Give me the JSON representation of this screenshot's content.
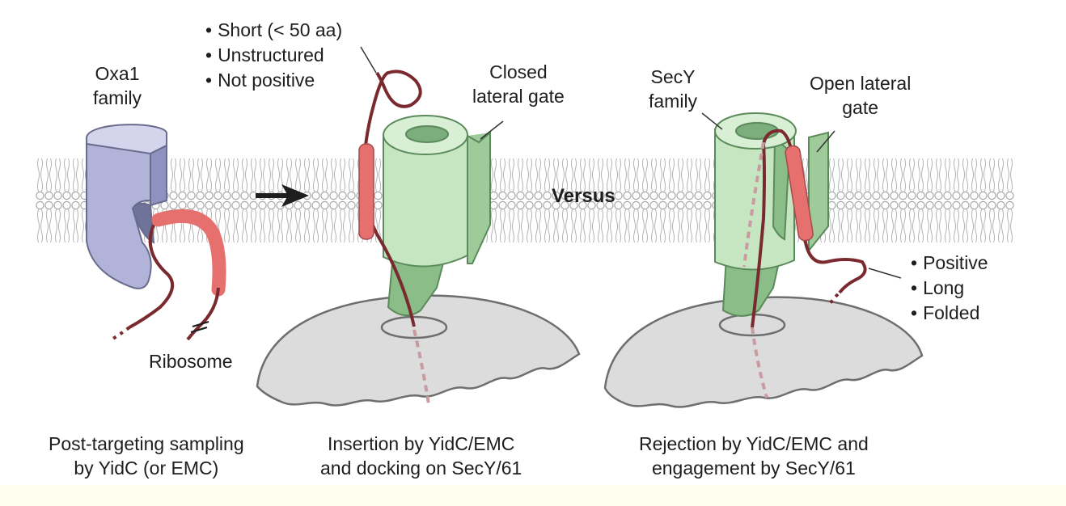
{
  "labels": {
    "oxa1_family": [
      "Oxa1",
      "family"
    ],
    "ribosome": "Ribosome",
    "closed_lateral_gate": [
      "Closed",
      "lateral gate"
    ],
    "secy_family": [
      "SecY",
      "family"
    ],
    "open_lateral_gate": [
      "Open lateral",
      "gate"
    ],
    "versus": "Versus"
  },
  "bullets": {
    "substrate_features": [
      "Short (< 50 aa)",
      "Unstructured",
      "Not positive"
    ],
    "rejection_features": [
      "Positive",
      "Long",
      "Folded"
    ]
  },
  "captions": {
    "left": [
      "Post-targeting sampling",
      "by YidC (or EMC)"
    ],
    "middle": [
      "Insertion by YidC/EMC",
      "and docking on SecY/61"
    ],
    "right": [
      "Rejection by YidC/EMC and",
      "engagement by SecY/61"
    ]
  },
  "colors": {
    "oxa1": "#b1b3d8",
    "secy": "#c6e6c2",
    "secy_inner": "#7cad7c",
    "tm_segment": "#e6706e",
    "polypeptide": "#7a2a2e",
    "ribosome": "#dcdcdc",
    "footer": "#fffff0"
  }
}
